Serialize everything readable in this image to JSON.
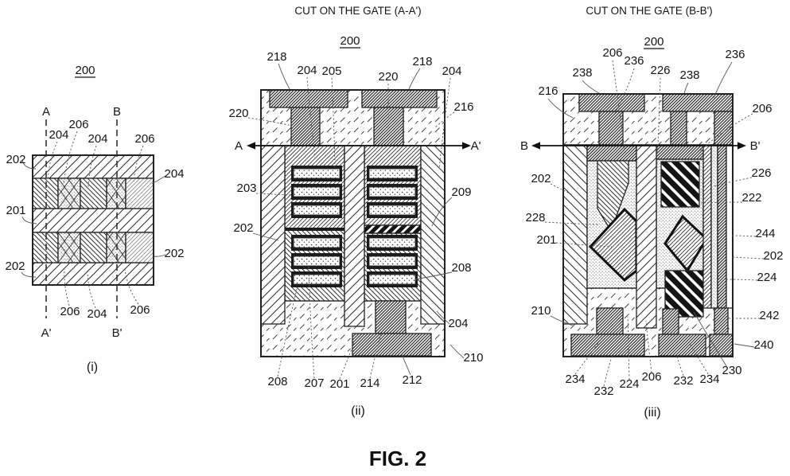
{
  "fig_label": "FIG. 2",
  "colors": {
    "ink": "#1a1a1a",
    "background": "#ffffff"
  },
  "panels": {
    "i": {
      "ref": "200",
      "caption": "(i)",
      "markers": {
        "a_top": "A",
        "b_top": "B",
        "a_bot": "A'",
        "b_bot": "B'"
      },
      "labels": {
        "l202_top": "202",
        "l204_t1": "204",
        "l206_t1": "206",
        "l204_t2": "204",
        "l206_t2": "206",
        "l204_right": "204",
        "l201": "201",
        "l202_bot": "202",
        "l202_right": "202",
        "l206_b1": "206",
        "l204_b1": "204",
        "l206_b2": "206"
      }
    },
    "ii": {
      "title": "CUT ON THE GATE (A-A')",
      "ref": "200",
      "caption": "(ii)",
      "markers": {
        "a_left": "A",
        "a_right": "A'"
      },
      "labels": {
        "l218_l": "218",
        "l204_t1": "204",
        "l205": "205",
        "l220_t": "220",
        "l218_r": "218",
        "l204_t2": "204",
        "l220_l": "220",
        "l216": "216",
        "l203": "203",
        "l209": "209",
        "l202": "202",
        "l208_r": "208",
        "l204_r": "204",
        "l210": "210",
        "l208_b": "208",
        "l207": "207",
        "l201": "201",
        "l214": "214",
        "l212": "212"
      }
    },
    "iii": {
      "title": "CUT ON THE GATE (B-B')",
      "ref": "200",
      "caption": "(iii)",
      "markers": {
        "b_left": "B",
        "b_right": "B'"
      },
      "labels": {
        "l206_t": "206",
        "l236_t1": "236",
        "l238_t1": "238",
        "l226_t": "226",
        "l238_t2": "238",
        "l236_t2": "236",
        "l216": "216",
        "l206_r": "206",
        "l202_l": "202",
        "l226_r": "226",
        "l222": "222",
        "l228": "228",
        "l201": "201",
        "l244": "244",
        "l202_r": "202",
        "l224_r": "224",
        "l210": "210",
        "l242": "242",
        "l240": "240",
        "l230": "230",
        "l234_b1": "234",
        "l232_b1": "232",
        "l224_b": "224",
        "l206_b": "206",
        "l232_b2": "232",
        "l234_b2": "234"
      }
    }
  }
}
